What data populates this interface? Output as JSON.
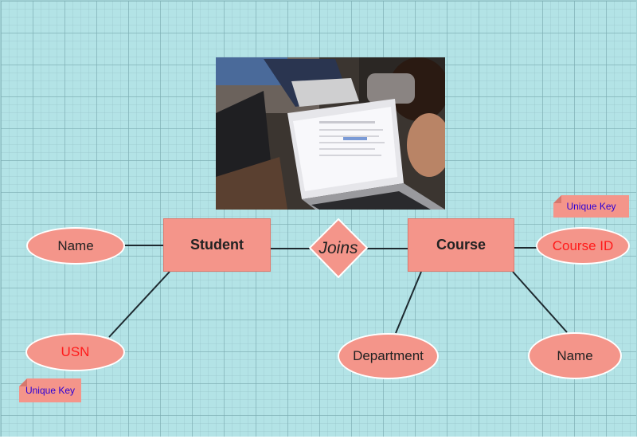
{
  "entities": {
    "student": "Student",
    "course": "Course"
  },
  "relationship": {
    "label": "Joins"
  },
  "attributes": {
    "student_name": "Name",
    "usn": "USN",
    "course_id": "Course ID",
    "department": "Department",
    "course_name": "Name"
  },
  "notes": {
    "course_key": "Unique Key",
    "student_key": "Unique Key"
  },
  "colors": {
    "canvas": "#b3e3e6",
    "shape_fill": "#f4958a",
    "key_text": "#ff1a1a",
    "note_text": "#2b00d6",
    "connector": "#1e2a30"
  },
  "image": {
    "subject": "students using laptops"
  }
}
